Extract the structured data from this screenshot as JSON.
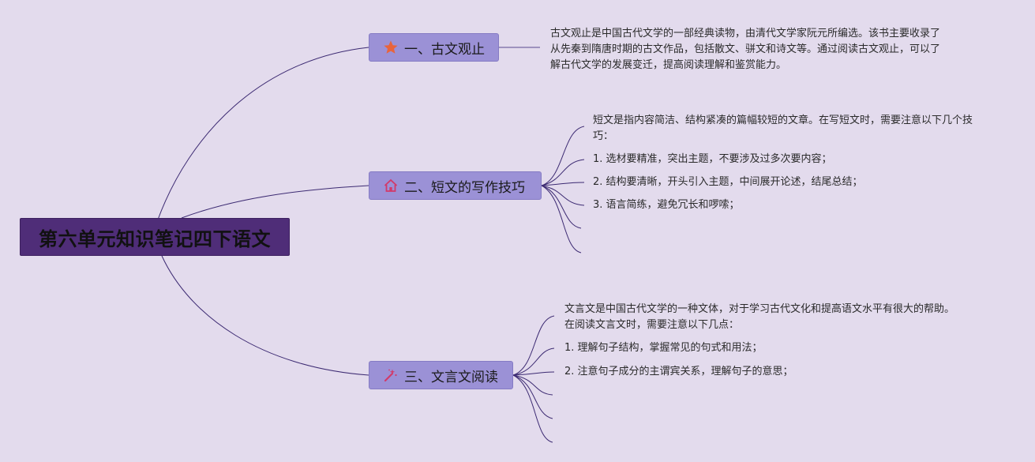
{
  "root": {
    "title": "第六单元知识笔记四下语文"
  },
  "branches": [
    {
      "icon": "star-icon",
      "label": "一、古文观止",
      "notes": [
        "古文观止是中国古代文学的一部经典读物，由清代文学家阮元所编选。该书主要收录了从先秦到隋唐时期的古文作品，包括散文、骈文和诗文等。通过阅读古文观止，可以了解古代文学的发展变迁，提高阅读理解和鉴赏能力。"
      ]
    },
    {
      "icon": "home-icon",
      "label": "二、短文的写作技巧",
      "notes": [
        "短文是指内容简洁、结构紧凑的篇幅较短的文章。在写短文时，需要注意以下几个技巧：",
        "1. 选材要精准，突出主题，不要涉及过多次要内容；",
        "2. 结构要清晰，开头引入主题，中间展开论述，结尾总结；",
        "3. 语言简练，避免冗长和啰嗦；"
      ]
    },
    {
      "icon": "magic-wand-icon",
      "label": "三、文言文阅读",
      "notes": [
        "文言文是中国古代文学的一种文体，对于学习古代文化和提高语文水平有很大的帮助。在阅读文言文时，需要注意以下几点：",
        "1. 理解句子结构，掌握常见的句式和用法；",
        "2. 注意句子成分的主谓宾关系，理解句子的意思；"
      ]
    }
  ],
  "colors": {
    "background": "#e3dbed",
    "root_fill": "#4f2d78",
    "branch_fill": "#9b91d6",
    "connector": "#3c2a72",
    "star": "#e8643c",
    "home": "#d23a6a",
    "wand": "#d23a6a"
  }
}
